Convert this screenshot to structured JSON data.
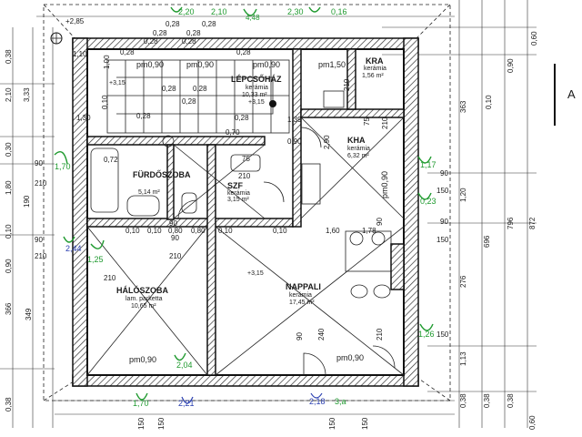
{
  "rooms": {
    "lepcsohaz": {
      "name": "LÉPCSŐHÁZ",
      "finish": "kerámia",
      "area": "10,33 m²",
      "level": "+3,15"
    },
    "kra": {
      "name": "KRA",
      "finish": "kerámia",
      "area": "1,56 m²"
    },
    "kha": {
      "name": "KHA",
      "finish": "kerámia",
      "area": "6,32 m²"
    },
    "furdo": {
      "name": "FÜRDŐSZOBA",
      "area": "5,14 m²"
    },
    "szf": {
      "name": "SZF",
      "finish": "kerámia",
      "area": "3,15 m²"
    },
    "haloszoba": {
      "name": "HÁLÓSZOBA",
      "finish": "lam. parketta",
      "area": "10,65 m²"
    },
    "nappali": {
      "name": "NAPPALI",
      "finish": "kerámia",
      "area": "17,45 m²"
    }
  },
  "levels": {
    "top_left": "+2,85",
    "stair": "+3,15",
    "center": "+3,15"
  },
  "parapets": {
    "p1": "pm0,90",
    "p2": "pm0,90",
    "p3": "pm0,90",
    "p4": "pm1,50",
    "p5": "pm0,90",
    "p6": "pm0,90",
    "p7": "pm0,90"
  },
  "top_dims": {
    "a": "0,28",
    "b": "0,28",
    "c": "0,28",
    "d": "0,28",
    "e": "0,28",
    "f": "0,28",
    "g": "0,28",
    "h": "0,28"
  },
  "stair_dims": {
    "a": "1,00",
    "b": "1,10",
    "c": "0,10",
    "d": "0,28",
    "e": "0,28",
    "f": "0,28",
    "g": "0,28",
    "h": "0,28",
    "i": "0,70",
    "j": "1,30"
  },
  "mid_dims": {
    "a": "0,10",
    "b": "0,10",
    "c": "0,10",
    "d": "0,10",
    "e": "1,60",
    "f": "1,78",
    "g": "0,80",
    "h": "0,80",
    "i": "210",
    "j": "90",
    "k": "210",
    "l": "75",
    "m": "210",
    "n": "2,90",
    "o": "1,39",
    "p": "0,90",
    "q": "0,72",
    "r": "75",
    "s": "210"
  },
  "door_dims": {
    "a": "90",
    "b": "240",
    "c": "210",
    "d": "90"
  },
  "left_dims": [
    "0,38",
    "2,10",
    "3,33",
    "0,30",
    "1,80",
    "0,10",
    "190",
    "90",
    "210",
    "0,90",
    "366",
    "349",
    "0,38"
  ],
  "left_inner": [
    "90",
    "210",
    "90",
    "210"
  ],
  "right_dims": [
    "0,60",
    "0,90",
    "0,10",
    "363",
    "90",
    "150",
    "1,20",
    "90",
    "150",
    "276",
    "150",
    "1,13",
    "0,38",
    "696",
    "796",
    "872",
    "0,38",
    "0,38",
    "0,60"
  ],
  "bottom_dims": [
    "150",
    "150",
    "150",
    "150"
  ],
  "section_mark": "A",
  "handwritten": [
    "2,20",
    "2,10",
    "2,30",
    "4,48",
    "0,16",
    "1,25",
    "1,70",
    "2,04",
    "2,21",
    "2,18",
    "3,a",
    "1,26",
    "0,23",
    "1,17",
    "1,70",
    "2,44"
  ]
}
